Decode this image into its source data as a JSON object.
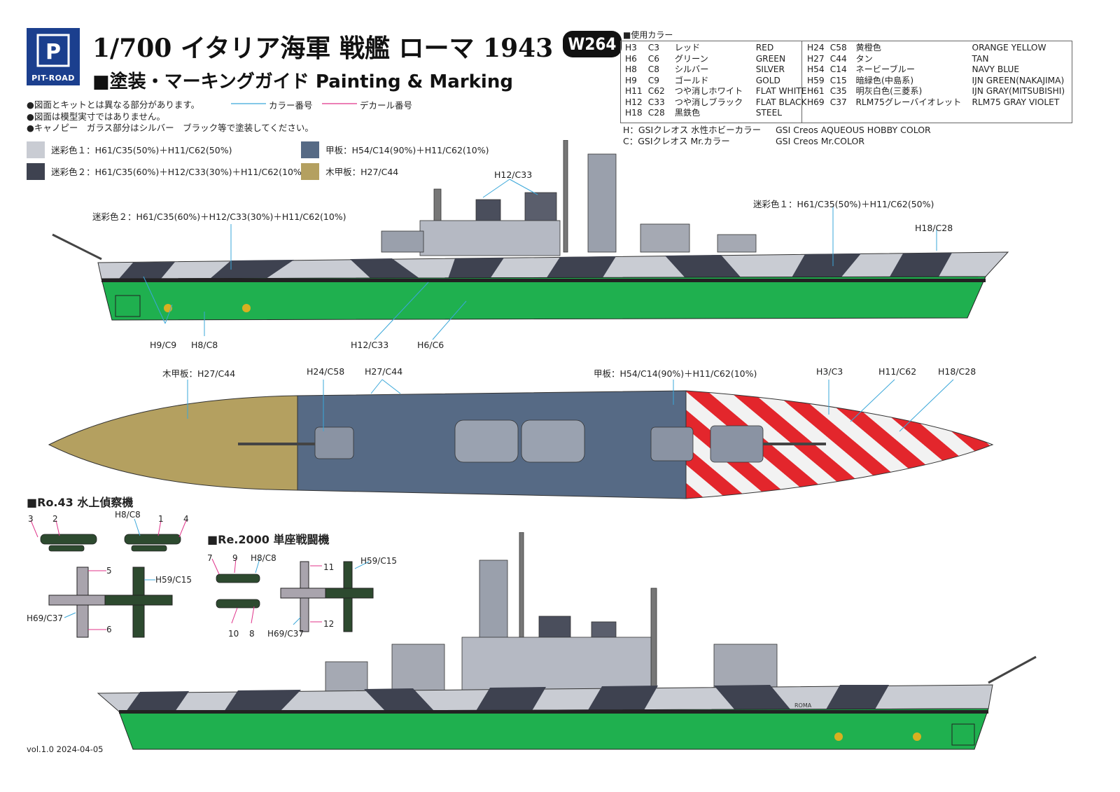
{
  "header": {
    "brand": "PIT-ROAD",
    "title": "1/700 イタリア海軍 戦艦 ローマ 1943",
    "code": "W264",
    "subtitle": "■塗装・マーキングガイド Painting & Marking"
  },
  "notes": [
    "●図面とキットとは異なる部分があります。",
    "●図面は模型実寸ではありません。",
    "●キャノピー　ガラス部分はシルバー　ブラック等で塗装してください。"
  ],
  "line_legend": {
    "color_no": "カラー番号",
    "decal_no": "デカール番号"
  },
  "swatches": [
    {
      "label": "迷彩色１：H61/C35(50%)＋H11/C62(50%)",
      "color": "#c9ccd3"
    },
    {
      "label": "迷彩色２：H61/C35(60%)＋H12/C33(30%)＋H11/C62(10%)",
      "color": "#3e4250"
    },
    {
      "label": "甲板：H54/C14(90%)＋H11/C62(10%)",
      "color": "#566a85"
    },
    {
      "label": "木甲板：H27/C44",
      "color": "#b4a060"
    }
  ],
  "color_table": {
    "title": "■使用カラー",
    "left": [
      [
        "H3",
        "C3",
        "レッド",
        "RED"
      ],
      [
        "H6",
        "C6",
        "グリーン",
        "GREEN"
      ],
      [
        "H8",
        "C8",
        "シルバー",
        "SILVER"
      ],
      [
        "H9",
        "C9",
        "ゴールド",
        "GOLD"
      ],
      [
        "H11",
        "C62",
        "つや消しホワイト",
        "FLAT WHITE"
      ],
      [
        "H12",
        "C33",
        "つや消しブラック",
        "FLAT BLACK"
      ],
      [
        "H18",
        "C28",
        "黒鉄色",
        "STEEL"
      ]
    ],
    "right": [
      [
        "H24",
        "C58",
        "黄橙色",
        "ORANGE YELLOW"
      ],
      [
        "H27",
        "C44",
        "タン",
        "TAN"
      ],
      [
        "H54",
        "C14",
        "ネービーブルー",
        "NAVY BLUE"
      ],
      [
        "H59",
        "C15",
        "暗緑色(中島系)",
        "IJN GREEN(NAKAJIMA)"
      ],
      [
        "H61",
        "C35",
        "明灰白色(三菱系)",
        "IJN GRAY(MITSUBISHI)"
      ],
      [
        "H69",
        "C37",
        "RLM75グレーバイオレット",
        "RLM75 GRAY VIOLET"
      ]
    ],
    "creos": [
      [
        "H：GSIクレオス 水性ホビーカラー",
        "GSI Creos AQUEOUS HOBBY COLOR"
      ],
      [
        "C：GSIクレオス Mr.カラー",
        "GSI Creos Mr.COLOR"
      ]
    ]
  },
  "side_view_labels": {
    "camo2": "迷彩色２：H61/C35(60%)＋H12/C33(30%)＋H11/C62(10%)",
    "h12c33_top": "H12/C33",
    "camo1": "迷彩色１：H61/C35(50%)＋H11/C62(50%)",
    "h18c28": "H18/C28",
    "h9c9": "H9/C9",
    "h8c8": "H8/C8",
    "h12c33_bottom": "H12/C33",
    "h6c6": "H6/C6"
  },
  "top_view_labels": {
    "wood": "木甲板：H27/C44",
    "h24c58": "H24/C58",
    "h27c44": "H27/C44",
    "deck": "甲板：H54/C14(90%)＋H11/C62(10%)",
    "h3c3": "H3/C3",
    "h11c62": "H11/C62",
    "h18c28": "H18/C28"
  },
  "ro43": {
    "title": "■Ro.43 水上偵察機",
    "labels": [
      "3",
      "2",
      "H8/C8",
      "1",
      "4",
      "5",
      "H59/C15",
      "H69/C37",
      "6"
    ]
  },
  "re2000": {
    "title": "■Re.2000 単座戦闘機",
    "labels": [
      "7",
      "9",
      "H8/C8",
      "11",
      "H59/C15",
      "10",
      "8",
      "H69/C37",
      "12"
    ]
  },
  "hull_name": "ROMA",
  "version": "vol.1.0 2024-04-05",
  "colors": {
    "brand_blue": "#1b3f8e",
    "hull_green": "#1fb04f",
    "camo_light": "#c9ccd3",
    "camo_dark": "#3e4250",
    "deck_blue": "#566a85",
    "wood": "#b4a060",
    "stripe_red": "#e3262c",
    "color_line": "#3aa7d9",
    "decal_line": "#e0338a"
  }
}
